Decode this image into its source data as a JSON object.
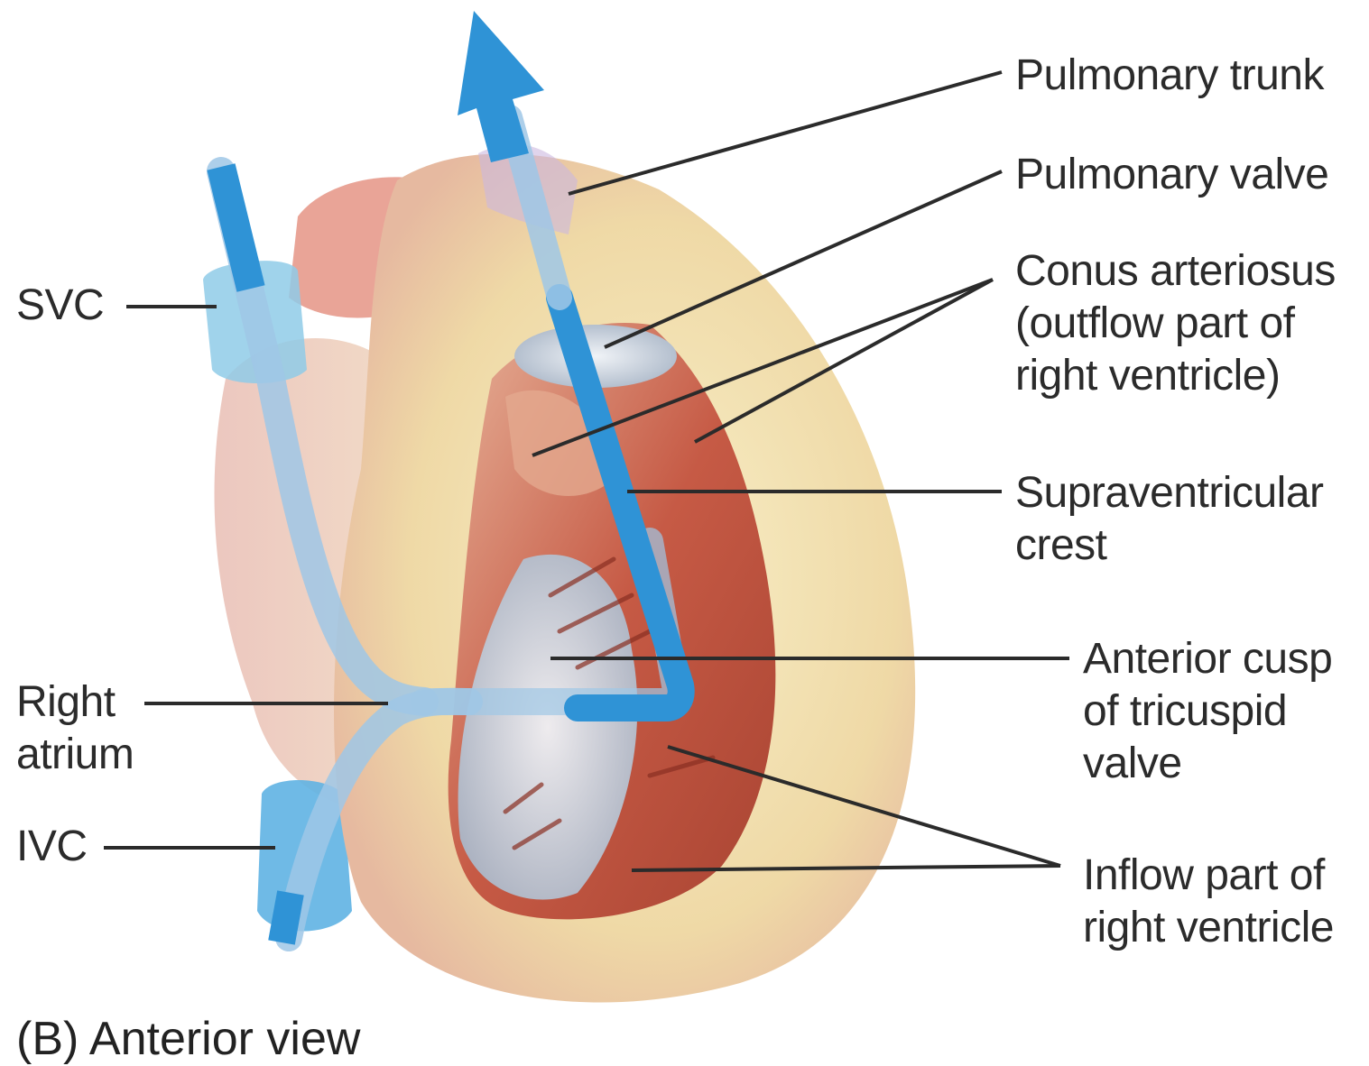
{
  "figure": {
    "caption": "(B) Anterior view",
    "colors": {
      "flow_arrow": "#2f93d6",
      "heart_surface": "#f3e6b4",
      "muscle": "#c9563f",
      "valve": "#c8d3e0",
      "leader_line": "#2b2b2b"
    }
  },
  "labels": {
    "svc": "SVC",
    "right_atrium": [
      "Right",
      "atrium"
    ],
    "ivc": "IVC",
    "pulmonary_trunk": "Pulmonary trunk",
    "pulmonary_valve": "Pulmonary valve",
    "conus_arteriosus": [
      "Conus arteriosus",
      "(outflow part of",
      "right ventricle)"
    ],
    "supraventricular_crest": [
      "Supraventricular",
      "crest"
    ],
    "anterior_cusp": [
      "Anterior cusp",
      "of tricuspid",
      "valve"
    ],
    "inflow_part": [
      "Inflow part of",
      "right ventricle"
    ]
  }
}
